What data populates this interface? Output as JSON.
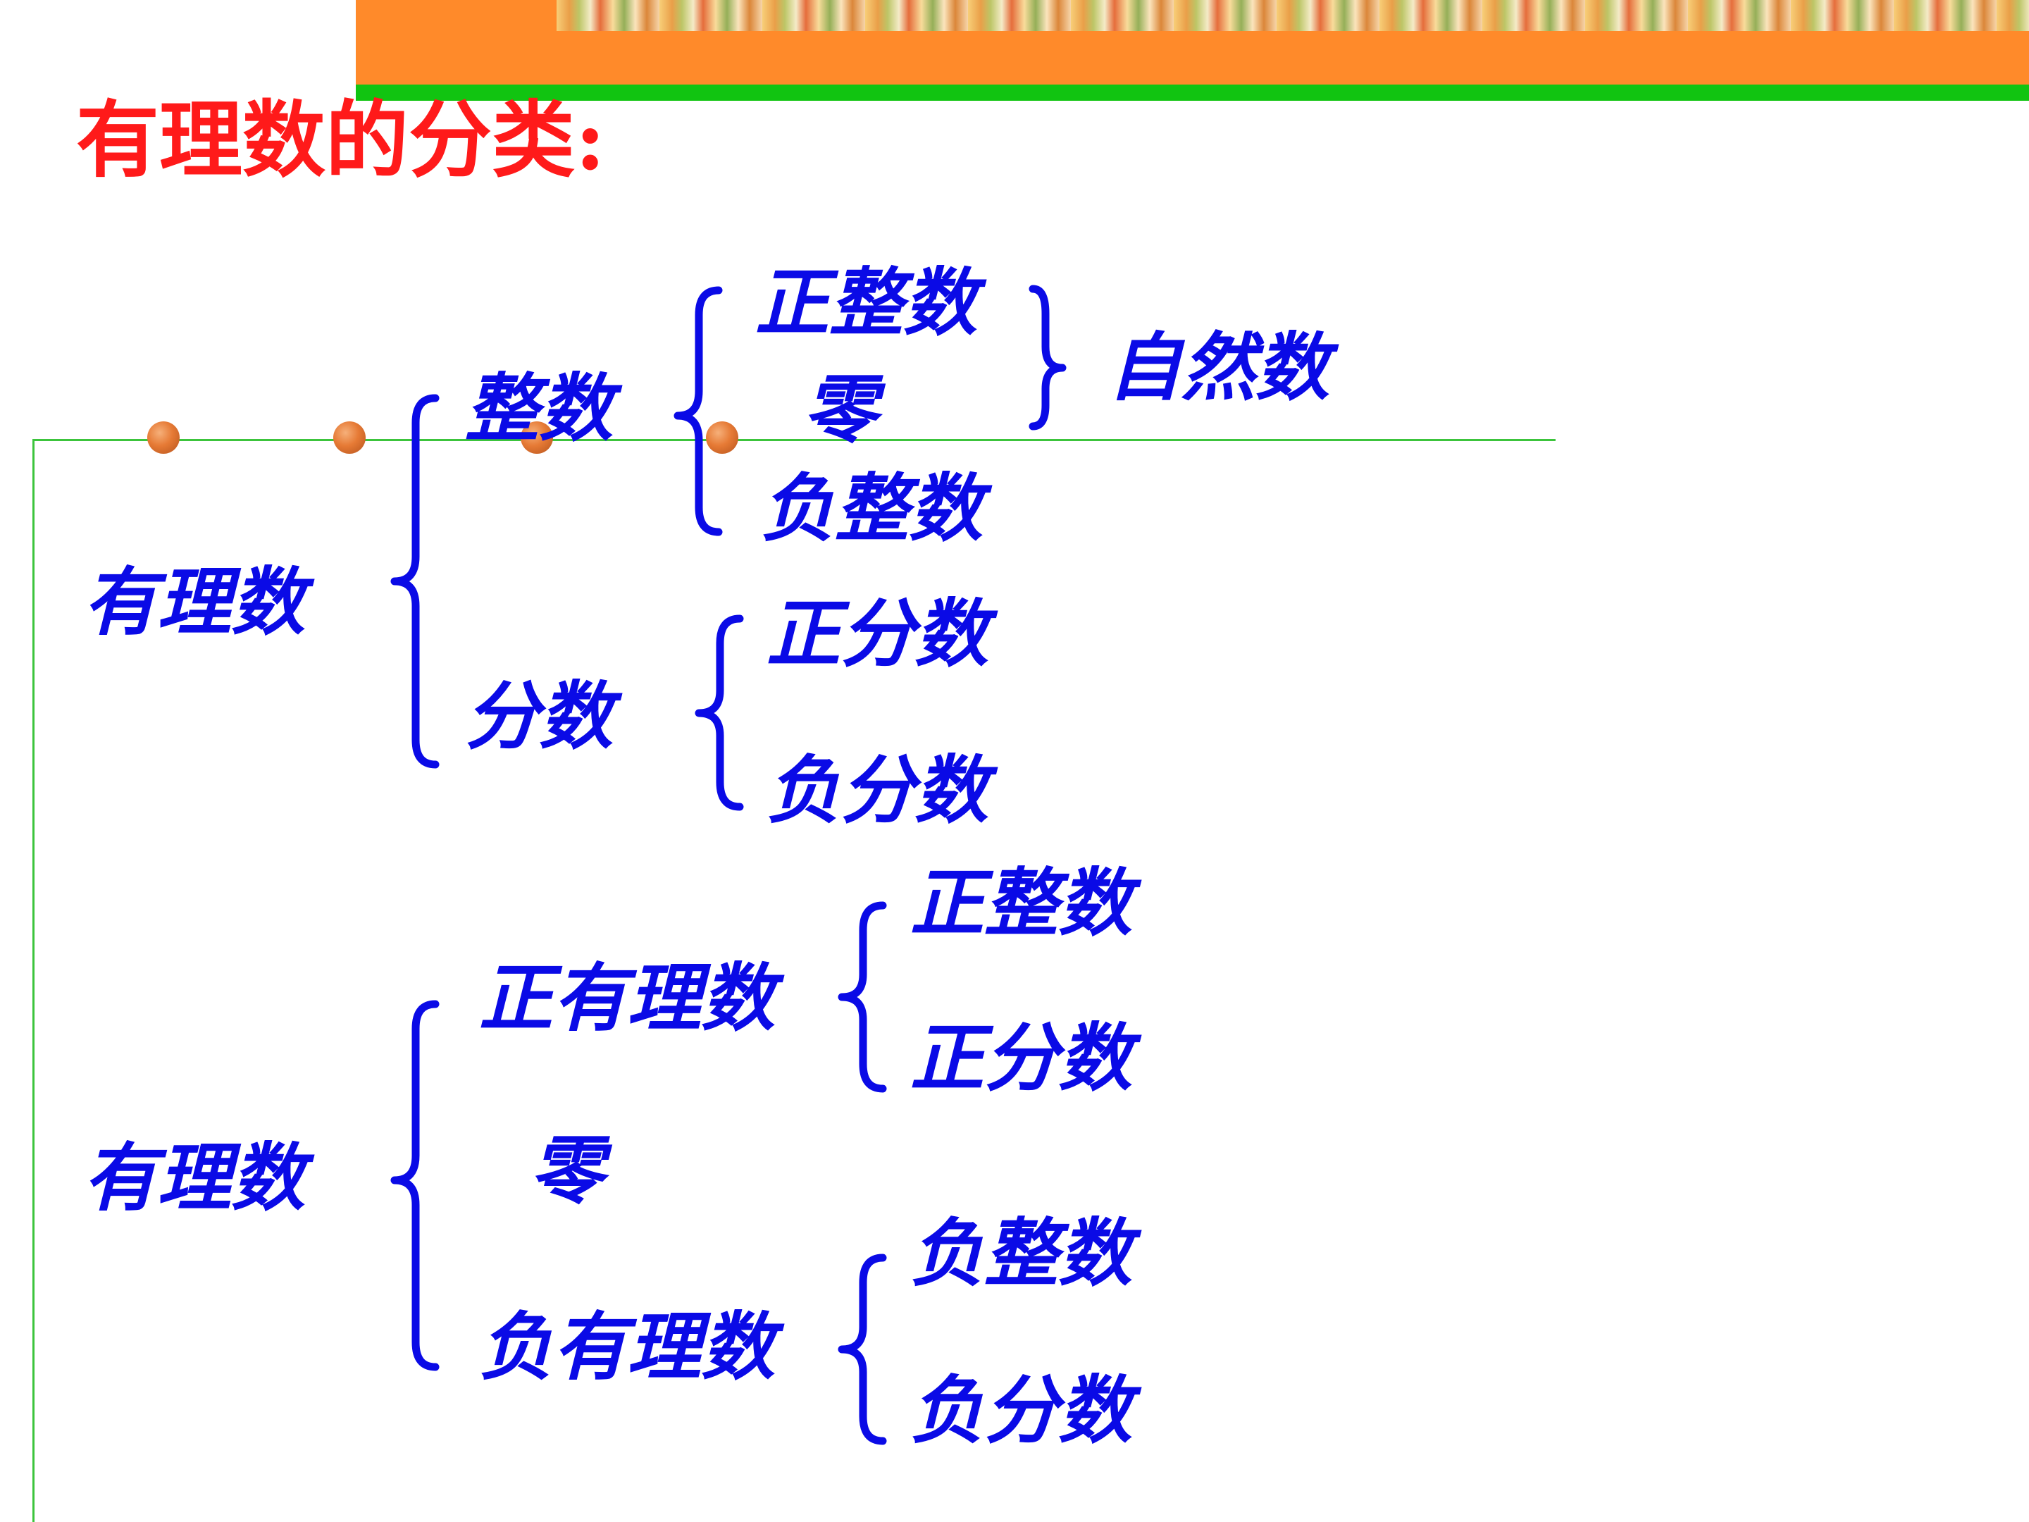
{
  "title": "有理数的分类:",
  "diagram1": {
    "root": "有理数",
    "integers": {
      "label": "整数",
      "positive_integers": "正整数",
      "zero": "零",
      "negative_integers": "负整数",
      "natural_numbers": "自然数"
    },
    "fractions": {
      "label": "分数",
      "positive_fractions": "正分数",
      "negative_fractions": "负分数"
    }
  },
  "diagram2": {
    "root": "有理数",
    "positive_rationals": {
      "label": "正有理数",
      "positive_integers": "正整数",
      "positive_fractions": "正分数"
    },
    "zero": "零",
    "negative_rationals": {
      "label": "负有理数",
      "negative_integers": "负整数",
      "negative_fractions": "负分数"
    }
  },
  "colors": {
    "title": "#ff1a1a",
    "diagram_text": "#0a0ae6",
    "header_orange": "#ff8a2a",
    "header_green": "#11c411",
    "frame_line": "#3cc43c",
    "bullet_dot": "#e67a35"
  }
}
